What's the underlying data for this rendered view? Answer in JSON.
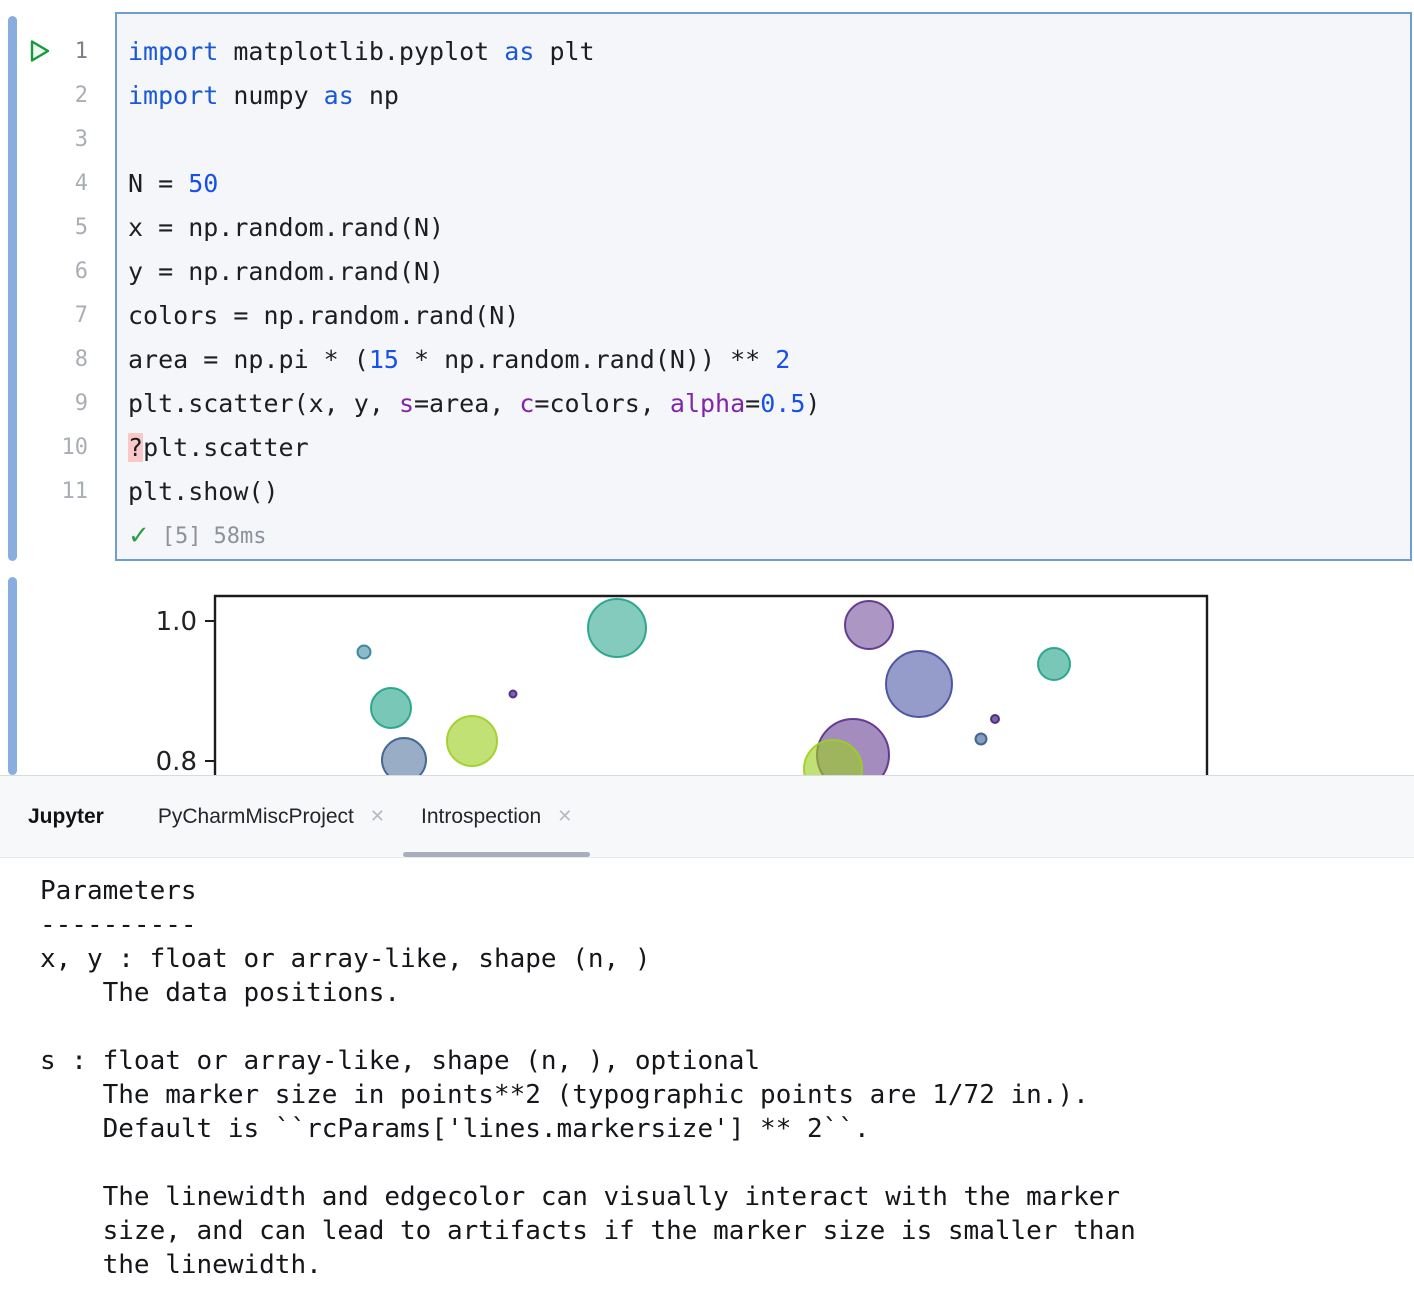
{
  "colors": {
    "keyword_blue": "#1a58d6",
    "number_blue": "#1750eb",
    "kwarg_purple": "#8126a8",
    "code_text": "#1c1e22",
    "cell_background": "#f4f6f9",
    "cell_border_blue": "#6f9cd1",
    "gutter_bar_blue": "#87aede",
    "run_green": "#18993f",
    "check_green": "#2f9e4d",
    "exec_gray": "#8d919a",
    "highlight_pink": "#f9c8c8",
    "tab_underline_gray": "#a8aebb",
    "header_background": "#f7f8fa"
  },
  "cell": {
    "lines": [
      [
        [
          "kw",
          "import"
        ],
        [
          "pl",
          " matplotlib.pyplot "
        ],
        [
          "kw",
          "as"
        ],
        [
          "pl",
          " plt"
        ]
      ],
      [
        [
          "kw",
          "import"
        ],
        [
          "pl",
          " numpy "
        ],
        [
          "kw",
          "as"
        ],
        [
          "pl",
          " np"
        ]
      ],
      [
        [
          "pl",
          ""
        ]
      ],
      [
        [
          "pl",
          "N = "
        ],
        [
          "num",
          "50"
        ]
      ],
      [
        [
          "pl",
          "x = np.random.rand(N)"
        ]
      ],
      [
        [
          "pl",
          "y = np.random.rand(N)"
        ]
      ],
      [
        [
          "pl",
          "colors = np.random.rand(N)"
        ]
      ],
      [
        [
          "pl",
          "area = np.pi * ("
        ],
        [
          "num",
          "15"
        ],
        [
          "pl",
          " * np.random.rand(N)) ** "
        ],
        [
          "num",
          "2"
        ]
      ],
      [
        [
          "pl",
          "plt.scatter(x, y, "
        ],
        [
          "kwa",
          "s"
        ],
        [
          "pl",
          "=area, "
        ],
        [
          "kwa",
          "c"
        ],
        [
          "pl",
          "=colors, "
        ],
        [
          "kwa",
          "alpha"
        ],
        [
          "pl",
          "="
        ],
        [
          "num",
          "0.5"
        ],
        [
          "pl",
          ")"
        ]
      ],
      [
        [
          "hl",
          "?"
        ],
        [
          "pl",
          "plt.scatter"
        ]
      ],
      [
        [
          "pl",
          "plt.show()"
        ]
      ]
    ],
    "exec": {
      "check": "✓",
      "counter": "[5]",
      "time": "58ms"
    }
  },
  "plot": {
    "yticks": [
      "1.0",
      "0.8"
    ]
  },
  "chart_data": {
    "type": "scatter",
    "title": "",
    "xlabel": "",
    "ylabel": "",
    "legend": "none",
    "grid": false,
    "yticks_visible": [
      1.0,
      0.8
    ],
    "ylim_visible": [
      0.78,
      1.04
    ],
    "description": "Top portion of a matplotlib bubble scatter (alpha=0.5, viridis-like colors); bottom is cut off by the tool window.",
    "points": [
      {
        "x": 0.15,
        "y": 0.956,
        "cx": 364,
        "cy": 652,
        "r": 6.5,
        "color": "#2f7f9b",
        "alpha": 0.55
      },
      {
        "x": 0.405,
        "y": 0.99,
        "cx": 617,
        "cy": 628,
        "r": 29,
        "color": "#1fa187",
        "alpha": 0.55
      },
      {
        "x": 0.659,
        "y": 0.994,
        "cx": 869,
        "cy": 625,
        "r": 24,
        "color": "#5a2d8a",
        "alpha": 0.5
      },
      {
        "x": 0.71,
        "y": 0.91,
        "cx": 919,
        "cy": 684,
        "r": 33,
        "color": "#3f4a9e",
        "alpha": 0.55
      },
      {
        "x": 0.846,
        "y": 0.939,
        "cx": 1054,
        "cy": 664,
        "r": 16,
        "color": "#1fa187",
        "alpha": 0.6
      },
      {
        "x": 0.177,
        "y": 0.876,
        "cx": 391,
        "cy": 708,
        "r": 20,
        "color": "#1fa187",
        "alpha": 0.6
      },
      {
        "x": 0.3,
        "y": 0.896,
        "cx": 513,
        "cy": 694,
        "r": 3.5,
        "color": "#46237e",
        "alpha": 0.7
      },
      {
        "x": 0.259,
        "y": 0.829,
        "cx": 472,
        "cy": 741,
        "r": 25,
        "color": "#9ccf20",
        "alpha": 0.62
      },
      {
        "x": 0.19,
        "y": 0.801,
        "cx": 404,
        "cy": 760,
        "r": 22,
        "color": "#365c8d",
        "alpha": 0.5
      },
      {
        "x": 0.643,
        "y": 0.809,
        "cx": 853,
        "cy": 755,
        "r": 36,
        "color": "#5a2d8a",
        "alpha": 0.55
      },
      {
        "x": 0.623,
        "y": 0.789,
        "cx": 833,
        "cy": 769,
        "r": 29,
        "color": "#9ccf20",
        "alpha": 0.62
      },
      {
        "x": 0.786,
        "y": 0.86,
        "cx": 995,
        "cy": 719,
        "r": 4,
        "color": "#46237e",
        "alpha": 0.7
      },
      {
        "x": 0.772,
        "y": 0.831,
        "cx": 981,
        "cy": 739,
        "r": 5.5,
        "color": "#365c8d",
        "alpha": 0.6
      }
    ]
  },
  "toolwindow": {
    "title": "Jupyter",
    "tabs": [
      {
        "label": "PyCharmMiscProject",
        "close": "✕"
      },
      {
        "label": "Introspection",
        "close": "✕"
      }
    ],
    "doc_lines": [
      "Parameters",
      "----------",
      "x, y : float or array-like, shape (n, )",
      "    The data positions.",
      "",
      "s : float or array-like, shape (n, ), optional",
      "    The marker size in points**2 (typographic points are 1/72 in.).",
      "    Default is ``rcParams['lines.markersize'] ** 2``.",
      "",
      "    The linewidth and edgecolor can visually interact with the marker",
      "    size, and can lead to artifacts if the marker size is smaller than",
      "    the linewidth."
    ]
  }
}
